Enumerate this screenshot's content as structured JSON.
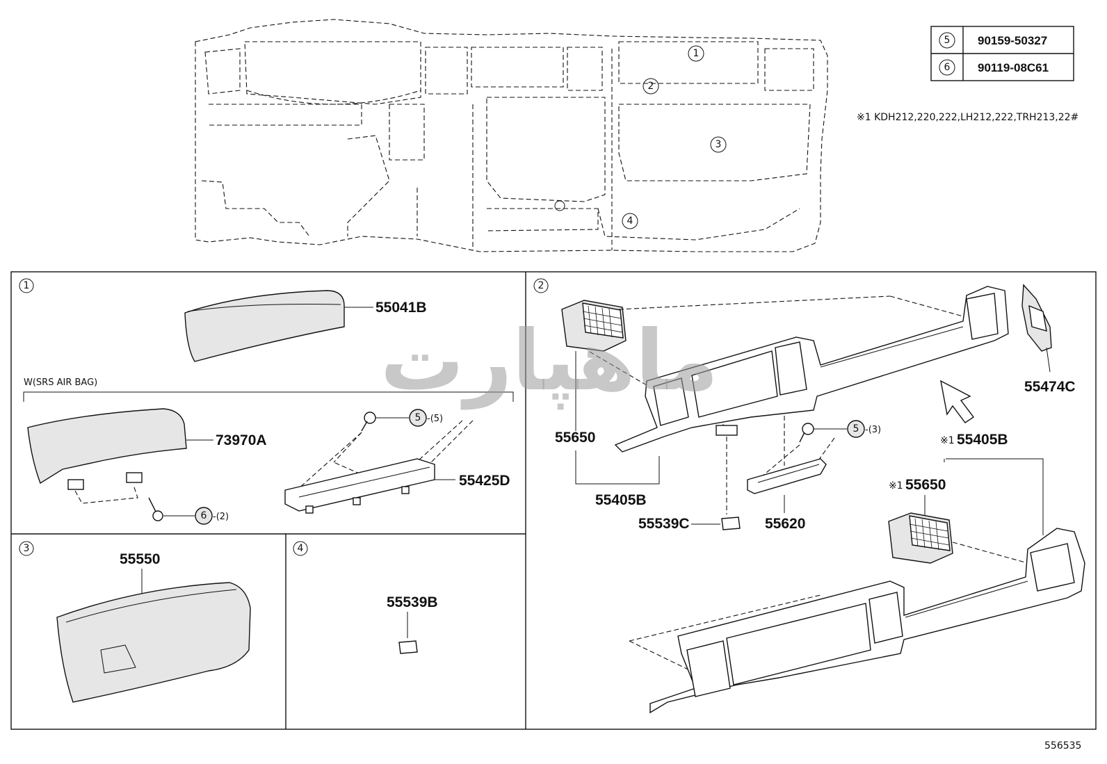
{
  "bolt_table": [
    {
      "ref": "5",
      "part_no": "90159-50327"
    },
    {
      "ref": "6",
      "part_no": "90119-08C61"
    }
  ],
  "note": "※1 KDH212,220,222,LH212,222,TRH213,22#",
  "overview_callouts": [
    "1",
    "2",
    "3",
    "4"
  ],
  "panels": {
    "p1": {
      "num": "1",
      "variant_label": "W(SRS AIR BAG)"
    },
    "p2": {
      "num": "2"
    },
    "p3": {
      "num": "3"
    },
    "p4": {
      "num": "4"
    }
  },
  "parts": {
    "p55041B": "55041B",
    "p73970A": "73970A",
    "p55425D": "55425D",
    "p55550": "55550",
    "p55539B": "55539B",
    "p55650": "55650",
    "p55474C": "55474C",
    "p55405B_std": "55405B",
    "p55539C": "55539C",
    "p55620": "55620",
    "p55405B_alt": "55405B",
    "p55650_alt": "55650",
    "alt_mark": "※1"
  },
  "bolt_refs": {
    "b5a": {
      "num": "5",
      "qty": "-(5)"
    },
    "b6": {
      "num": "6",
      "qty": "-(2)"
    },
    "b5b": {
      "num": "5",
      "qty": "-(3)"
    }
  },
  "diagram_id": "556535",
  "watermark_text": "ماهپارت"
}
